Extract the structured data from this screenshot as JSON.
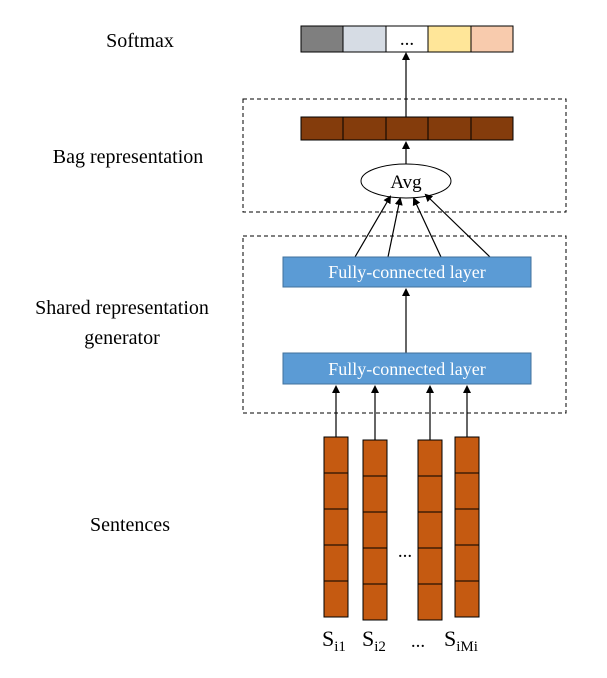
{
  "labels": {
    "softmax": "Softmax",
    "bag_representation": "Bag representation",
    "shared_line1": "Shared representation",
    "shared_line2": "generator",
    "sentences": "Sentences"
  },
  "softmax_cells": {
    "ellipsis": "...",
    "colors": [
      "#7f7f7f",
      "#d6dce4",
      "#ffffff",
      "#ffe699",
      "#f8cbad"
    ]
  },
  "avg_label": "Avg",
  "fc_layers": {
    "top": "Fully-connected layer",
    "bottom": "Fully-connected layer"
  },
  "bag_colors": {
    "cell": "#843c0c"
  },
  "sentence_colors": {
    "cell": "#c55a11"
  },
  "fc_color": "#5b9bd5",
  "sentence_gap_ellipsis": "...",
  "sentence_labels": [
    {
      "base": "S",
      "sub": "i1"
    },
    {
      "base": "S",
      "sub": "i2"
    },
    {
      "ellipsis": "..."
    },
    {
      "base": "S",
      "sub": "iMi"
    }
  ]
}
